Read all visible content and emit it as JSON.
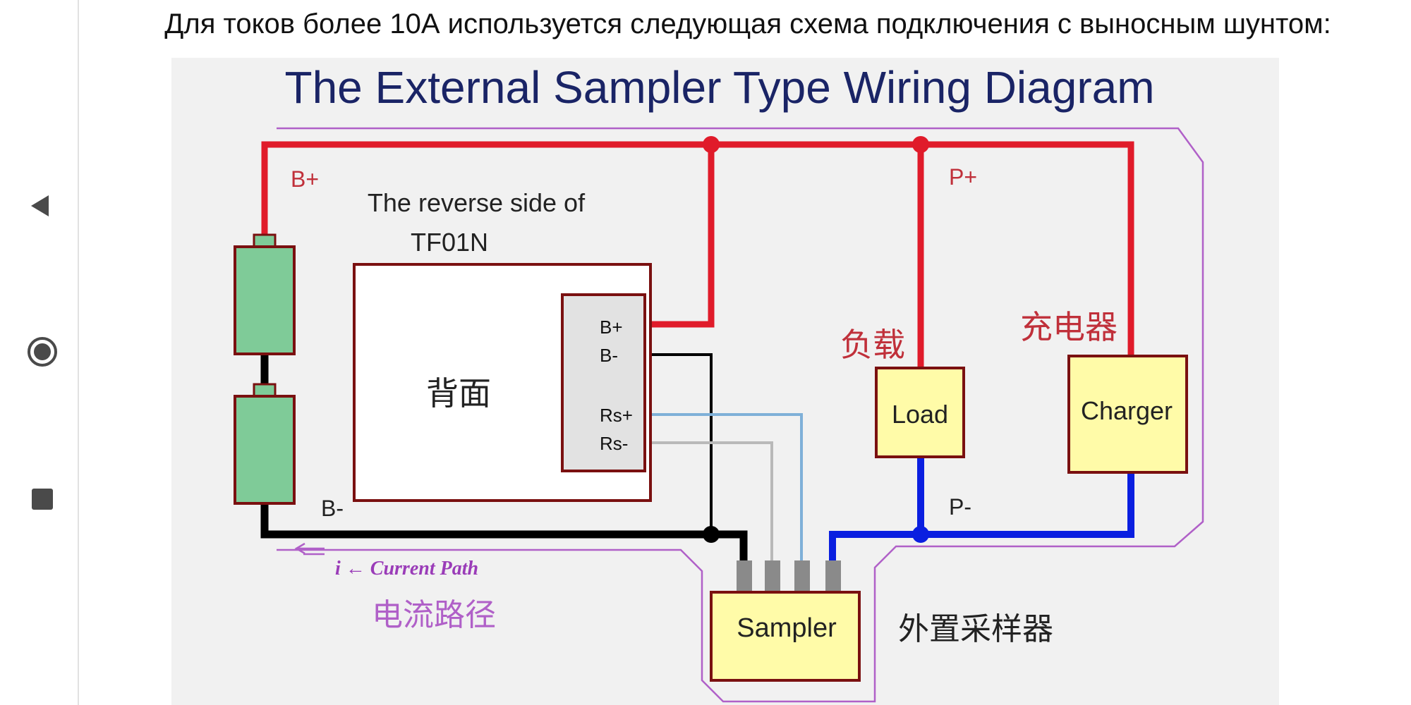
{
  "caption": "Для токов более 10А используется следующая схема подключения с выносным шунтом:",
  "nav": {
    "back_icon": "back-triangle-icon",
    "home_icon": "home-circle-icon",
    "recents_icon": "recents-square-icon"
  },
  "diagram": {
    "title": "The External Sampler Type Wiring Diagram",
    "reverse_side_line1": "The reverse side of",
    "reverse_side_line2": "TF01N",
    "board_label": "背面",
    "pins": [
      "B+",
      "B-",
      "Rs+",
      "Rs-"
    ],
    "b_plus": "B+",
    "b_minus": "B-",
    "p_plus": "P+",
    "p_minus": "P-",
    "load_cn": "负载",
    "load_label": "Load",
    "charger_cn": "充电器",
    "charger_label": "Charger",
    "sampler_label": "Sampler",
    "sampler_cn": "外置采样器",
    "current_path": "i ← Current Path",
    "current_path_cn": "电流路径"
  },
  "colors": {
    "positive_wire": "#e01b2a",
    "negative_wire": "#000000",
    "p_minus_wire": "#0a1fe0",
    "sense_wire_plus": "#7fb0d8",
    "sense_wire_minus": "#b9b9b9",
    "cell_fill": "#7fcb98",
    "box_fill": "#fffba8",
    "outline_dark_red": "#7a1010",
    "outline_purple": "#b060c8",
    "title_navy": "#1a2466"
  }
}
